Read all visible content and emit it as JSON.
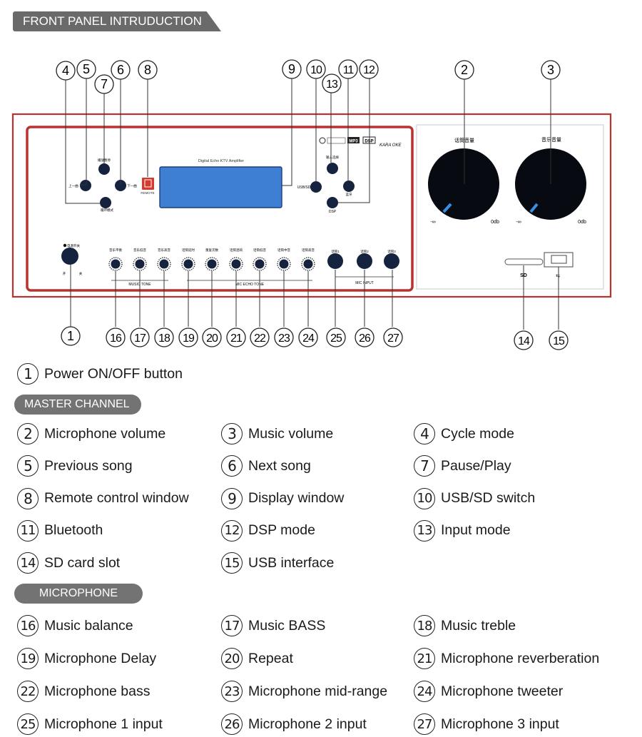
{
  "header": {
    "title": "FRONT PANEL INTRUDUCTION"
  },
  "sections": {
    "master": "MASTER CHANNEL",
    "microphone": "MICROPHONE"
  },
  "panel": {
    "display_title": "Digital Echo KTV Amplifier",
    "remote_label": "REMOTE",
    "usb_sd_label": "USB/SD",
    "dsp_label": "DSP",
    "mic_volume_label": "话筒音量",
    "music_volume_label": "音乐音量",
    "knob_min": "-∞",
    "knob_max": "0db",
    "power_label": "电源开关",
    "on_label": "开",
    "off_label": "关",
    "prev_label": "上一曲",
    "next_label": "下一曲",
    "pause_label": "播放暂停",
    "cycle_label": "循环模式",
    "input_label": "输入选择",
    "bt_label": "蓝牙",
    "music_tone_label": "MUSIC TONE",
    "mic_echo_tone_label": "MIC ECHO TONE",
    "mic_input_label": "MIC INPUT",
    "knob_labels": [
      "音乐平衡",
      "音乐低音",
      "音乐高音",
      "话筒延时",
      "重复次数",
      "话筒混响",
      "话筒低音",
      "话筒中音",
      "话筒高音"
    ],
    "mic_jack_labels": [
      "话筒1",
      "话筒2",
      "话筒3"
    ],
    "sd_icon": "sd-card-icon",
    "usb_icon": "usb-icon",
    "bt_icon": "bluetooth-icon",
    "mp3_logo": "MP3",
    "dsp_logo": "DSP"
  },
  "callouts": [
    "1",
    "2",
    "3",
    "4",
    "5",
    "6",
    "7",
    "8",
    "9",
    "10",
    "11",
    "12",
    "13",
    "14",
    "15",
    "16",
    "17",
    "18",
    "19",
    "20",
    "21",
    "22",
    "23",
    "24",
    "25",
    "26",
    "27"
  ],
  "power_item": {
    "num": "1",
    "label": "Power ON/OFF button"
  },
  "master_items": [
    {
      "num": "2",
      "label": "Microphone volume"
    },
    {
      "num": "3",
      "label": "Music volume"
    },
    {
      "num": "4",
      "label": "Cycle mode"
    },
    {
      "num": "5",
      "label": "Previous song"
    },
    {
      "num": "6",
      "label": "Next song"
    },
    {
      "num": "7",
      "label": "Pause/Play"
    },
    {
      "num": "8",
      "label": "Remote control window"
    },
    {
      "num": "9",
      "label": "Display window"
    },
    {
      "num": "10",
      "label": "USB/SD switch"
    },
    {
      "num": "11",
      "label": "Bluetooth"
    },
    {
      "num": "12",
      "label": "DSP mode"
    },
    {
      "num": "13",
      "label": "Input mode"
    },
    {
      "num": "14",
      "label": "SD card slot"
    },
    {
      "num": "15",
      "label": "USB interface"
    }
  ],
  "mic_items": [
    {
      "num": "16",
      "label": "Music balance"
    },
    {
      "num": "17",
      "label": "Music BASS"
    },
    {
      "num": "18",
      "label": "Music treble"
    },
    {
      "num": "19",
      "label": "Microphone Delay"
    },
    {
      "num": "20",
      "label": "Repeat"
    },
    {
      "num": "21",
      "label": "Microphone reverberation"
    },
    {
      "num": "22",
      "label": "Microphone bass"
    },
    {
      "num": "23",
      "label": "Microphone mid-range"
    },
    {
      "num": "24",
      "label": "Microphone tweeter"
    },
    {
      "num": "25",
      "label": "Microphone 1 input"
    },
    {
      "num": "26",
      "label": "Microphone 2 input"
    },
    {
      "num": "27",
      "label": "Microphone 3 input"
    }
  ]
}
